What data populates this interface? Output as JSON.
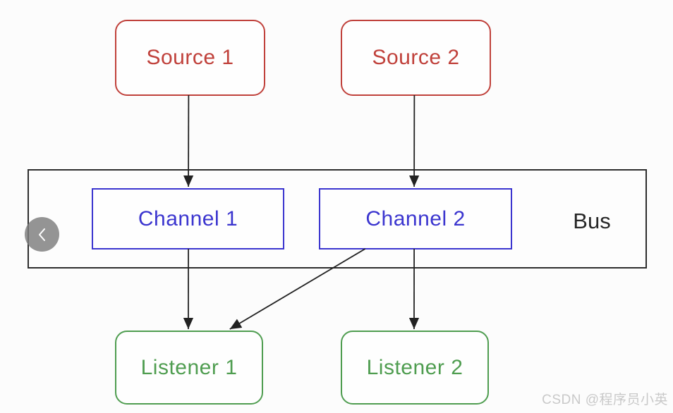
{
  "diagram": {
    "nodes": {
      "source_1": {
        "label": "Source 1"
      },
      "source_2": {
        "label": "Source 2"
      },
      "channel_1": {
        "label": "Channel 1"
      },
      "channel_2": {
        "label": "Channel 2"
      },
      "listener_1": {
        "label": "Listener 1"
      },
      "listener_2": {
        "label": "Listener 2"
      },
      "bus": {
        "label": "Bus"
      }
    },
    "edges": [
      {
        "from": "source-1",
        "to": "channel-1",
        "fromFx": 0.49,
        "toFx": 0.502
      },
      {
        "from": "source-2",
        "to": "channel-2",
        "fromFx": 0.49,
        "toFx": 0.493
      },
      {
        "from": "channel-1",
        "to": "listener-1",
        "fromFx": 0.502,
        "toFx": 0.495
      },
      {
        "from": "channel-2",
        "to": "listener-2",
        "fromFx": 0.493,
        "toFx": 0.495
      },
      {
        "from": "channel-2",
        "to": "listener-1",
        "fromFx": 0.24,
        "toFx": 0.775
      }
    ],
    "colors": {
      "source": "#c0413b",
      "channel": "#3b35cf",
      "listener": "#4f9d50",
      "bus_border": "#2e2e2e",
      "arrow": "#222222"
    }
  },
  "overlay": {
    "back_button": {
      "icon": "chevron-left",
      "color": "#7d7d7d"
    }
  },
  "watermark": {
    "text": "CSDN @程序员小英",
    "color": "#c9c9c9"
  }
}
